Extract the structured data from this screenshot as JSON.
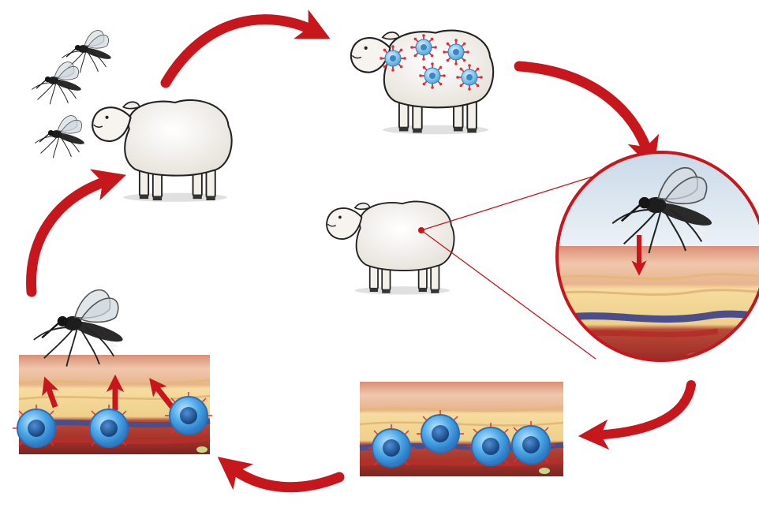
{
  "diagram": {
    "description_elements": [
      {
        "id": "mosquito-swarm",
        "icon": "mosquito-icon"
      },
      {
        "id": "healthy-sheep",
        "icon": "sheep-icon"
      },
      {
        "id": "infected-sheep",
        "icon": "sheep-with-virus-icon"
      },
      {
        "id": "bitten-sheep",
        "icon": "sheep-icon"
      },
      {
        "id": "bite-closeup",
        "icon": "mosquito-bite-magnifier-icon"
      },
      {
        "id": "blood-cells-panel",
        "icon": "skin-section-with-cells-icon"
      },
      {
        "id": "transmission-panel",
        "icon": "skin-section-with-mosquito-icon"
      }
    ],
    "colors": {
      "arrow": "#c8161d",
      "virus": "#5bb3e0",
      "virus_spike": "#e0303a",
      "cell": "#4aa6e6",
      "cell_nucleus": "#1d5fa8",
      "skin_top": "#e9b9a0",
      "fat": "#f1d28e",
      "vessel": "#8a2a2a"
    }
  }
}
